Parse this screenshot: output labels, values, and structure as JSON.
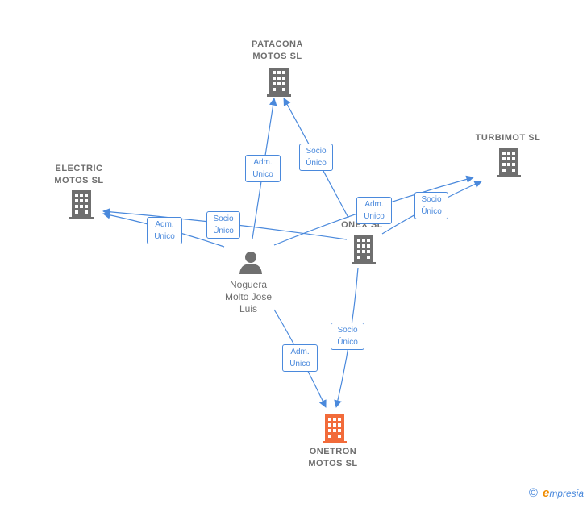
{
  "nodes": {
    "patacona": {
      "line1": "PATACONA",
      "line2": "MOTOS  SL"
    },
    "turbimot": {
      "line1": "TURBIMOT  SL"
    },
    "electric": {
      "line1": "ELECTRIC",
      "line2": "MOTOS  SL"
    },
    "onex": {
      "line1": "ONEX  SL"
    },
    "onetron": {
      "line1": "ONETRON",
      "line2": "MOTOS  SL"
    },
    "person": {
      "line1": "Noguera",
      "line2": "Molto Jose",
      "line3": "Luis"
    }
  },
  "edges": {
    "person_patacona": {
      "line1": "Adm.",
      "line2": "Unico"
    },
    "onex_patacona": {
      "line1": "Socio",
      "line2": "Único"
    },
    "person_electric": {
      "line1": "Adm.",
      "line2": "Unico"
    },
    "onex_electric": {
      "line1": "Socio",
      "line2": "Único"
    },
    "person_turbimot": {
      "line1": "Adm.",
      "line2": "Unico"
    },
    "onex_turbimot": {
      "line1": "Socio",
      "line2": "Único"
    },
    "onex_onetron": {
      "line1": "Socio",
      "line2": "Único"
    },
    "person_onetron": {
      "line1": "Adm.",
      "line2": "Unico"
    }
  },
  "colors": {
    "edge": "#4a89dc",
    "building": "#6f6f6f",
    "building_main": "#f26b3a",
    "person": "#6f6f6f"
  },
  "footer": {
    "copyright": "©",
    "brand_initial": "e",
    "brand_rest": "mpresia"
  }
}
